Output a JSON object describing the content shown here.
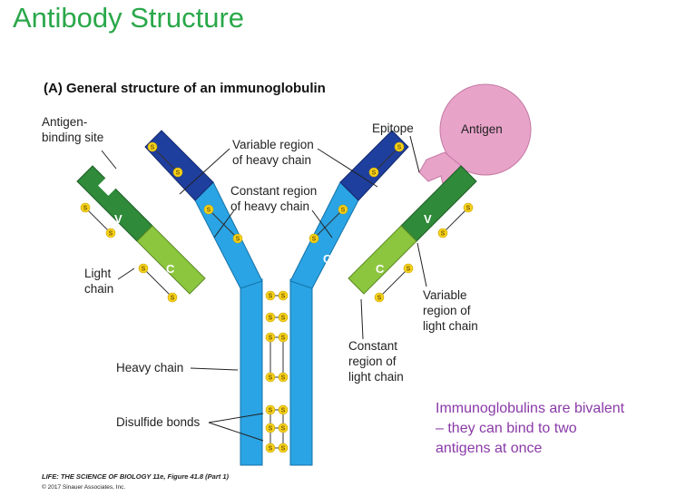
{
  "slide": {
    "title": "Antibody Structure",
    "note_lines": [
      "Immunoglobulins are bivalent",
      "– they can bind to two",
      "antigens at once"
    ]
  },
  "figure": {
    "title": "(A)  General structure of an immunoglobulin",
    "labels": {
      "antigen_binding_site": [
        "Antigen-",
        "binding site"
      ],
      "variable_heavy": [
        "Variable region",
        "of heavy chain"
      ],
      "constant_heavy": [
        "Constant region",
        "of heavy chain"
      ],
      "epitope": "Epitope",
      "antigen": "Antigen",
      "light_chain": [
        "Light",
        "chain"
      ],
      "heavy_chain": "Heavy chain",
      "disulfide_bonds": "Disulfide bonds",
      "constant_light": [
        "Constant",
        "region of",
        "light chain"
      ],
      "variable_light": [
        "Variable",
        "region of",
        "light chain"
      ]
    },
    "segment_letters": {
      "variable": "V",
      "constant": "C"
    },
    "sulfur_symbol": "S",
    "credit": {
      "line1": "LIFE: THE SCIENCE OF BIOLOGY 11e, Figure 41.8 (Part 1)",
      "line2": "© 2017 Sinauer Associates, Inc."
    },
    "colors": {
      "heavy_dark_blue": "#1f3f9e",
      "heavy_light_blue": "#2aa4e4",
      "light_dark_green": "#2f8a3a",
      "light_green": "#8cc63f",
      "antigen_pink": "#e8a3c9",
      "sulfur_yellow": "#f6d21a"
    }
  }
}
